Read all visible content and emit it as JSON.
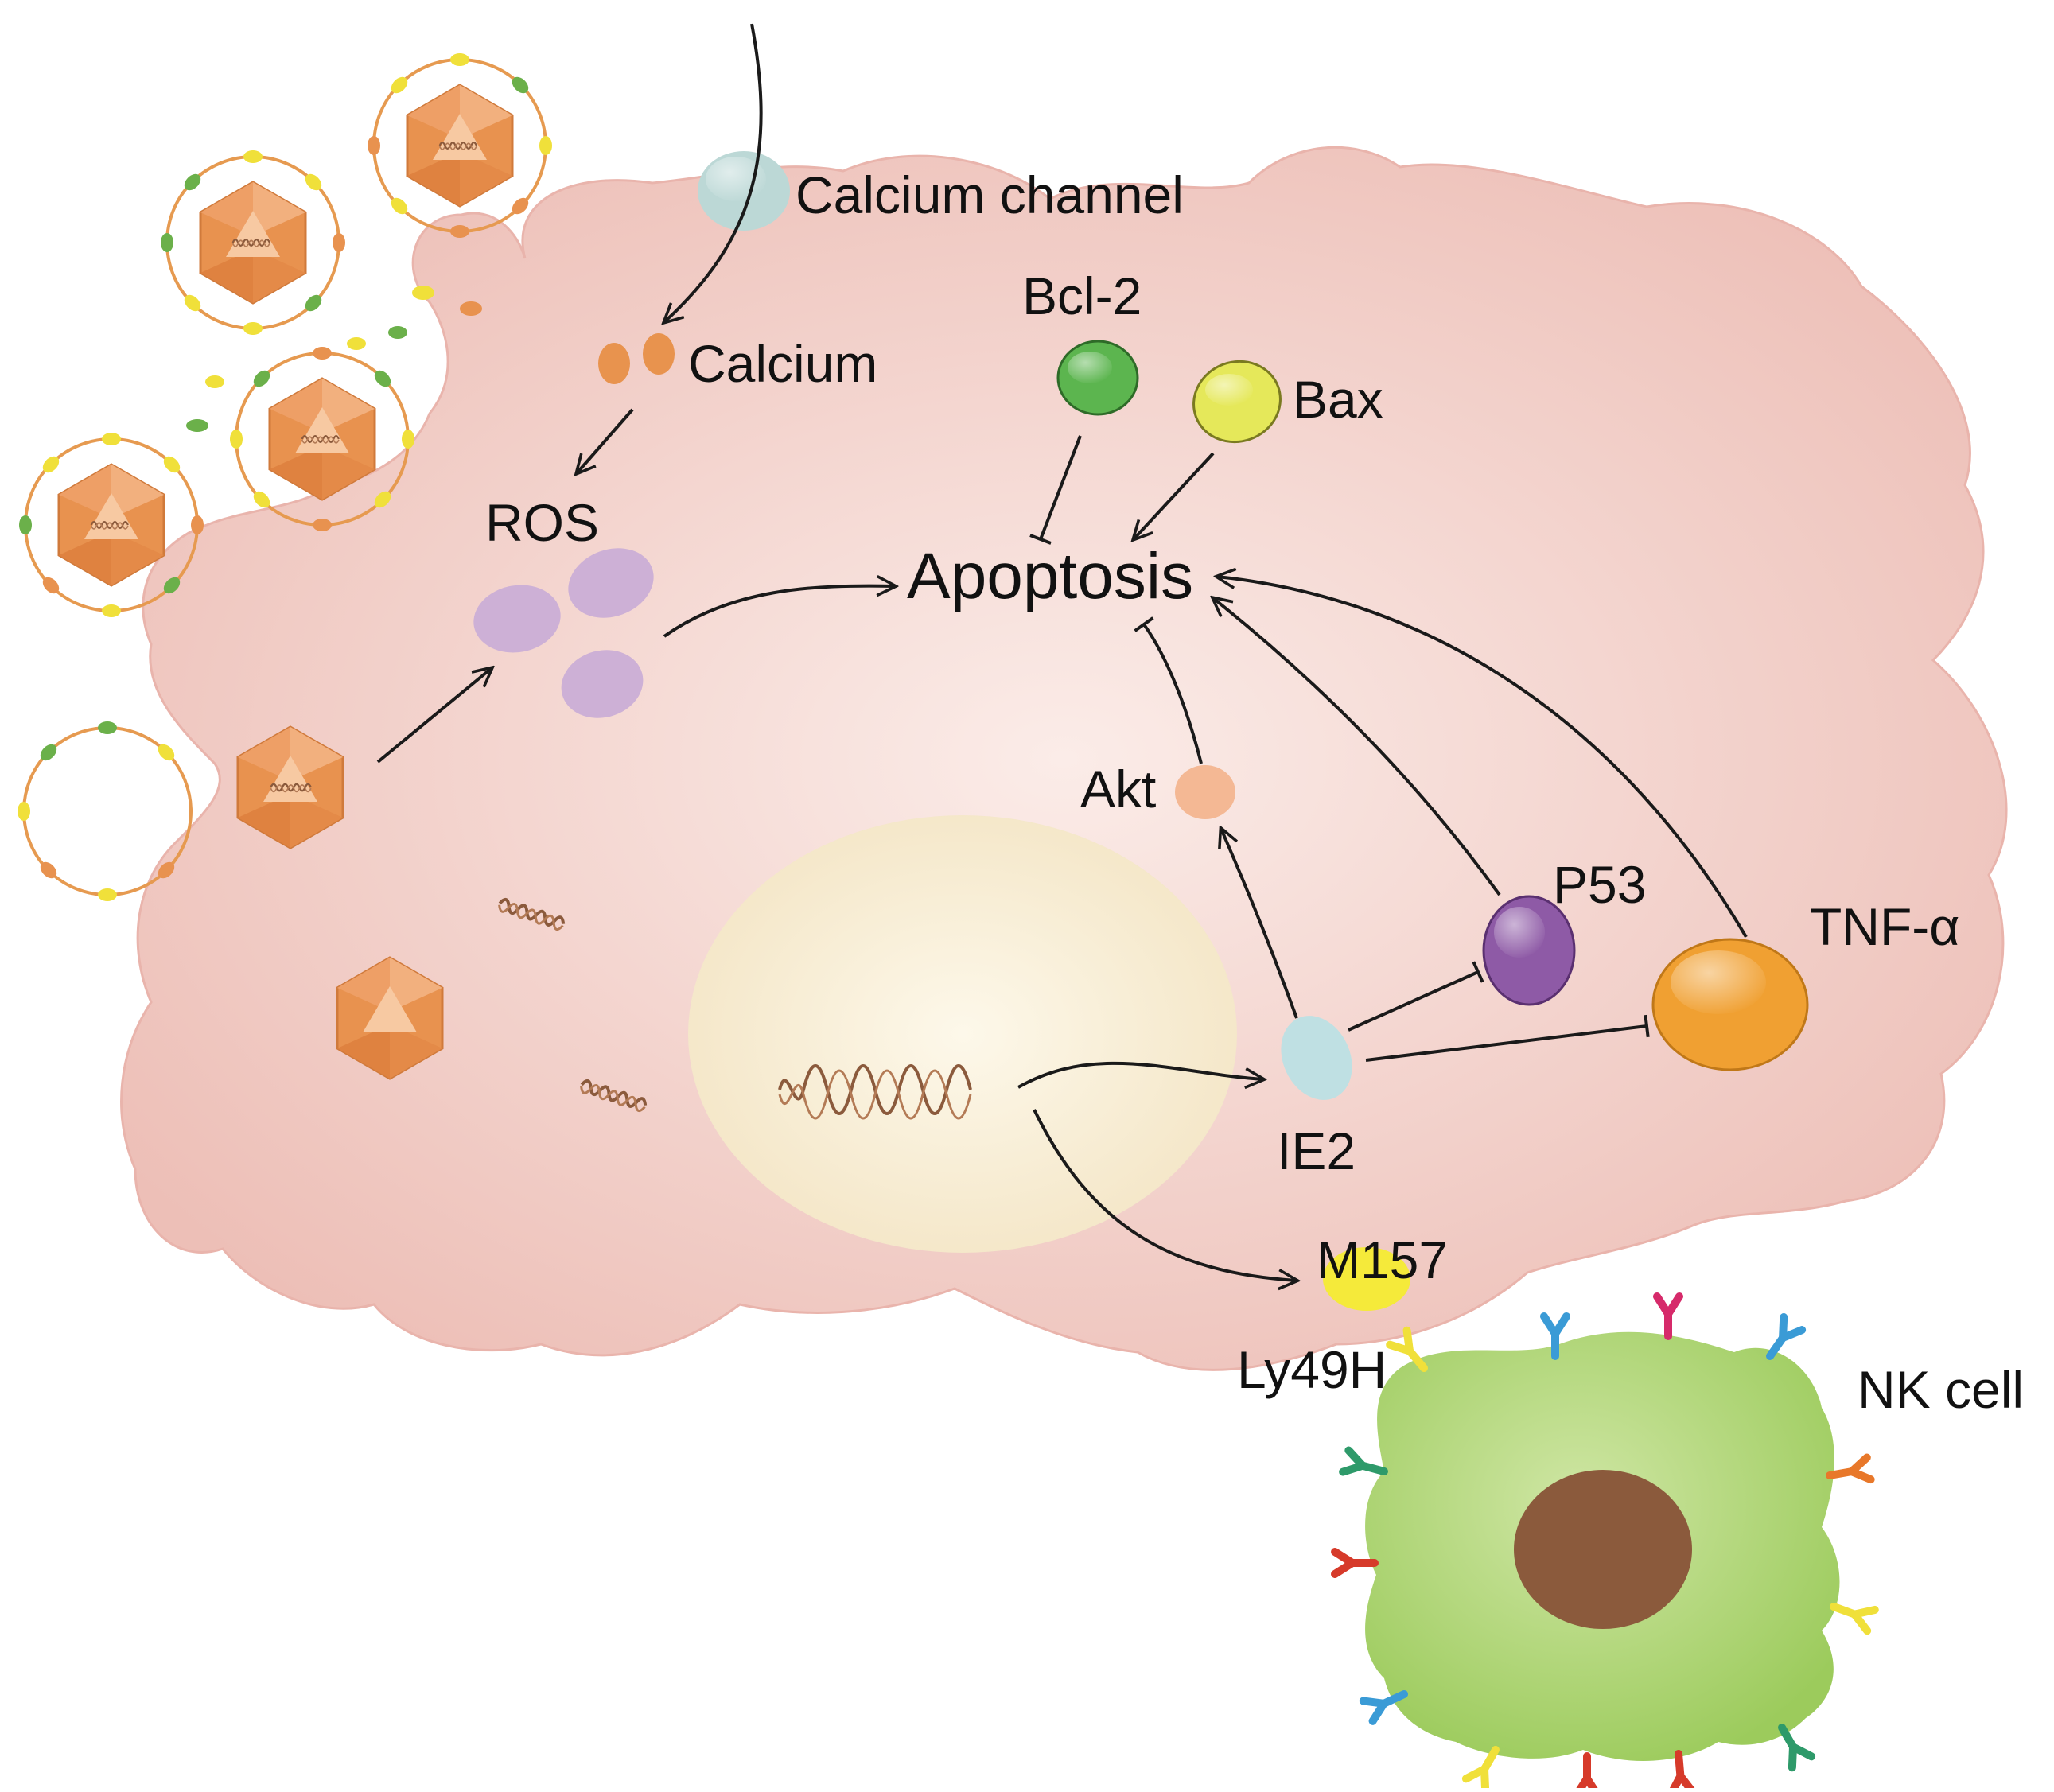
{
  "labels": {
    "calcium_channel": "Calcium channel",
    "calcium": "Calcium",
    "bcl2": "Bcl-2",
    "bax": "Bax",
    "ros": "ROS",
    "apoptosis": "Apoptosis",
    "akt": "Akt",
    "p53": "P53",
    "tnf": "TNF-α",
    "ie2": "IE2",
    "m157": "M157",
    "ly49h": "Ly49H",
    "nk_cell": "NK cell"
  },
  "colors": {
    "host_cell": "#efc3bc",
    "host_cell_center": "#f8e4df",
    "nucleus": "#f7eccf",
    "calcium_channel": "#bcd8d6",
    "calcium": "#e8934e",
    "bcl2": "#5cb54f",
    "bax": "#e5e85a",
    "ros": "#cdb0d6",
    "akt": "#f4b894",
    "p53": "#8e5aa6",
    "tnf": "#f0a032",
    "ie2": "#bfe0e3",
    "m157": "#f5ea3a",
    "nk_cell": "#a9d06b",
    "nk_nucleus": "#8b5a3c",
    "virus_capsid": "#e8924f",
    "virus_envelope": "#e69a50"
  },
  "icons": {
    "virus": "herpesvirus-virion-icon",
    "capsid": "icosahedral-capsid-icon",
    "dna": "viral-dna-icon",
    "receptor": "receptor-icon"
  }
}
